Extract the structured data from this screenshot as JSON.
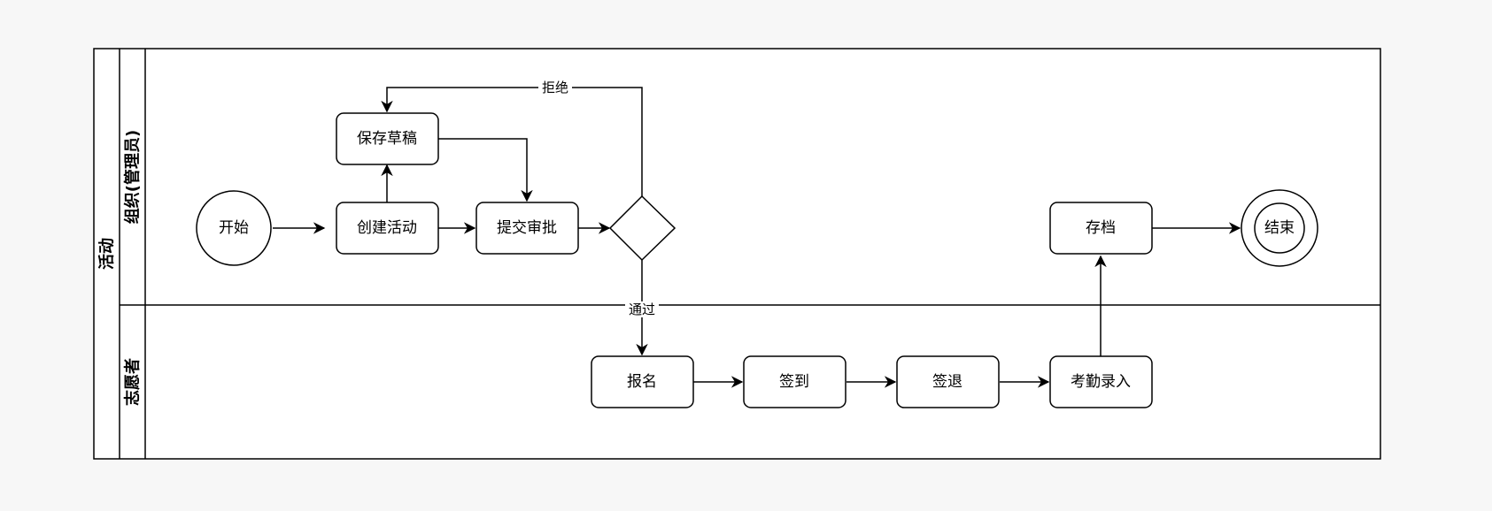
{
  "pool": {
    "label": "活动"
  },
  "lanes": [
    {
      "id": "organizer",
      "label": "组织(管理员)"
    },
    {
      "id": "volunteer",
      "label": "志愿者"
    }
  ],
  "nodes": {
    "start": "开始",
    "create": "创建活动",
    "save_draft": "保存草稿",
    "submit": "提交审批",
    "decision": "",
    "archive": "存档",
    "end": "结束",
    "register": "报名",
    "checkin": "签到",
    "checkout": "签退",
    "attendance": "考勤录入"
  },
  "edges": {
    "reject": "拒绝",
    "approve": "通过"
  },
  "colors": {
    "background": "#f7f7f7",
    "stroke": "#000000",
    "fill": "#ffffff"
  }
}
